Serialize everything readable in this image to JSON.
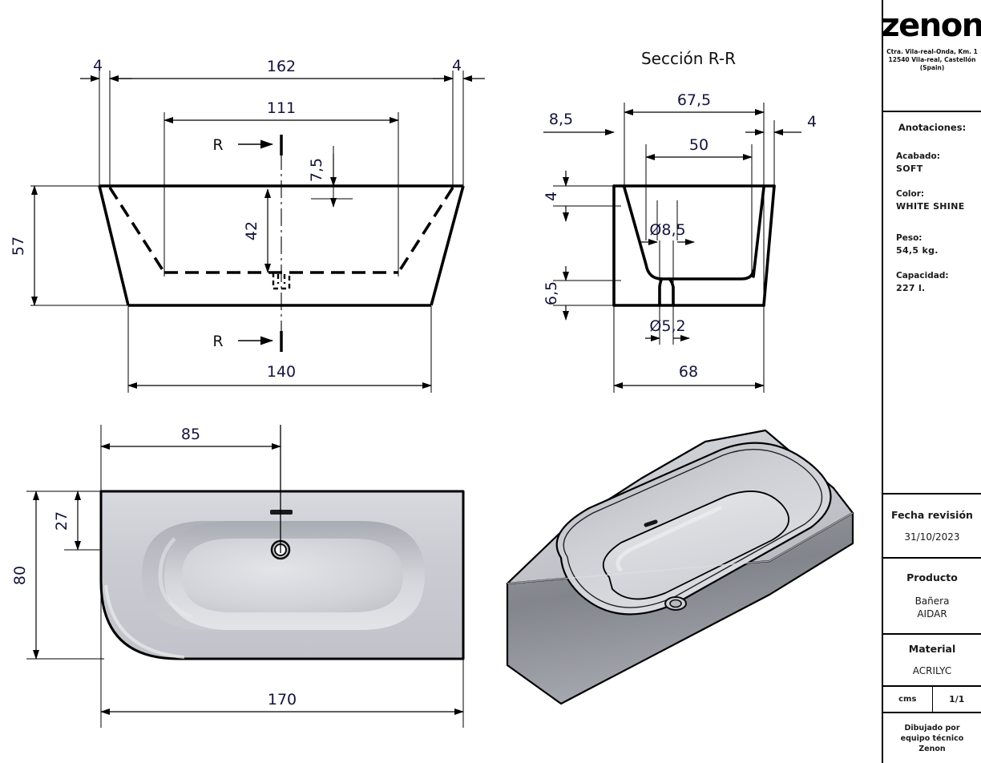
{
  "sheet": {
    "units_note": "cms",
    "page": "1/1"
  },
  "views": {
    "front": {
      "name": "Front elevation",
      "dims": {
        "wall_left": "4",
        "wall_right": "4",
        "overall_top": "162",
        "inner_top": "111",
        "rim_offset": "7,5",
        "inner_depth": "42",
        "height": "57",
        "base_width": "140",
        "section_mark_top": "R",
        "section_mark_bottom": "R"
      }
    },
    "section": {
      "title": "Sección R-R",
      "dims": {
        "left_offset": "8,5",
        "top_width": "67,5",
        "right_wall": "4",
        "inner_width": "50",
        "rim_thickness": "4",
        "drain_upper": "Ø8,5",
        "drain_lower": "Ø5,2",
        "base_height": "6,5",
        "base_width": "68"
      }
    },
    "plan": {
      "name": "Plan view",
      "dims": {
        "drain_x": "85",
        "drain_y": "27",
        "width": "80",
        "length": "170"
      }
    },
    "iso": {
      "name": "Isometric view"
    }
  },
  "title_block": {
    "brand": "zenon",
    "address_lines": [
      "Ctra. Vila-real-Onda, Km. 1",
      "12540 Vila-real, Castellón",
      "(Spain)"
    ],
    "notes": {
      "heading": "Anotaciones:",
      "items": [
        {
          "label": "Acabado:",
          "value": "SOFT"
        },
        {
          "label": "Color:",
          "value": "WHITE  SHINE"
        },
        {
          "label": "Peso:",
          "value": "54,5 kg."
        },
        {
          "label": "Capacidad:",
          "value": "227 l."
        }
      ]
    },
    "revision": {
      "heading": "Fecha revisión",
      "value": "31/10/2023"
    },
    "product": {
      "heading": "Producto",
      "value_line1": "Bañera",
      "value_line2": "AIDAR"
    },
    "material": {
      "heading": "Material",
      "value": "ACRILYC"
    },
    "units": "cms",
    "page": "1/1",
    "footer": "Dibujado por equipo técnico Zenon"
  },
  "colors": {
    "line": "#000000",
    "dim_text": "#14143c",
    "bath_light": "#d3d4da",
    "bath_mid": "#9a9ca4",
    "bath_dark": "#6e7077",
    "background": "#ffffff"
  }
}
